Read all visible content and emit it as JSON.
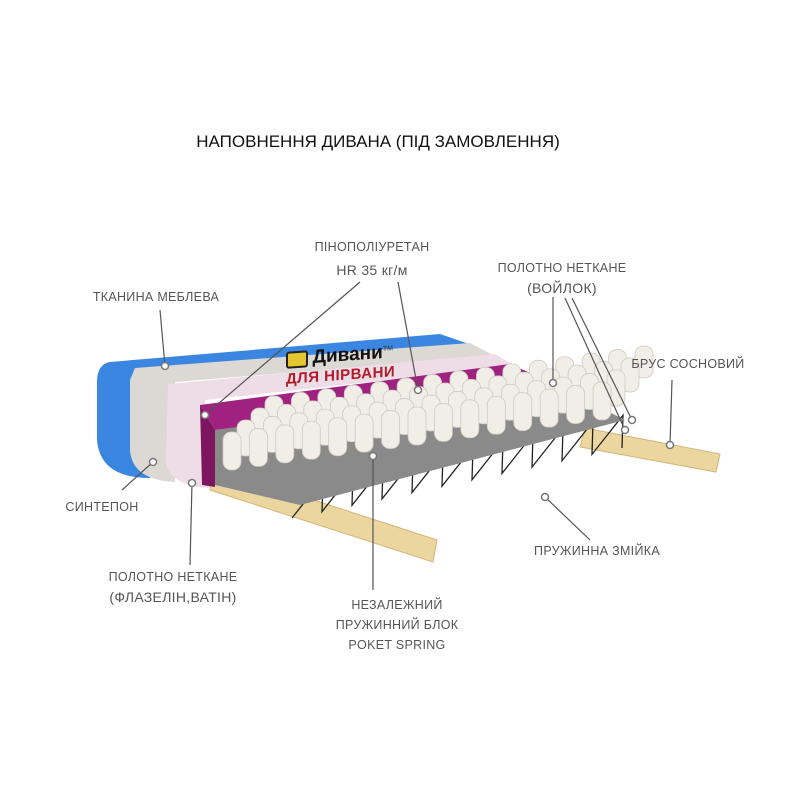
{
  "title": "НАПОВНЕННЯ ДИВАНА (ПІД ЗАМОВЛЕННЯ)",
  "logo": {
    "line1": "Дивани",
    "tm": "TM",
    "line2": "ДЛЯ НІРВАНИ"
  },
  "labels": {
    "fabric": "ТКАНИНА МЕБЛЕВА",
    "foam_line1": "ПІНОПОЛІУРЕТАН",
    "foam_line2": "HR 35 кг/м",
    "felt_line1": "ПОЛОТНО НЕТКАНЕ",
    "felt_line2": "(ВОЙЛОК)",
    "beam": "БРУС СОСНОВИЙ",
    "sintepon": "СИНТЕПОН",
    "nonwoven_line1": "ПОЛОТНО НЕТКАНЕ",
    "nonwoven_line2": "(ФЛАЗЕЛІН,ВАТІН)",
    "snake_spring": "ПРУЖИННА ЗМІЙКА",
    "spring_block_line1": "НЕЗАЛЕЖНИЙ",
    "spring_block_line2": "ПРУЖИННИЙ БЛОК",
    "spring_block_line3": "POKET SPRING"
  },
  "colors": {
    "fabric": "#3b86e0",
    "sintepon": "#dcd8d3",
    "nonwoven": "#eedde6",
    "foam": "#a0217f",
    "felt": "#7a7a7a",
    "wood": "#ecd6a0",
    "spring": "#f1eee8"
  }
}
